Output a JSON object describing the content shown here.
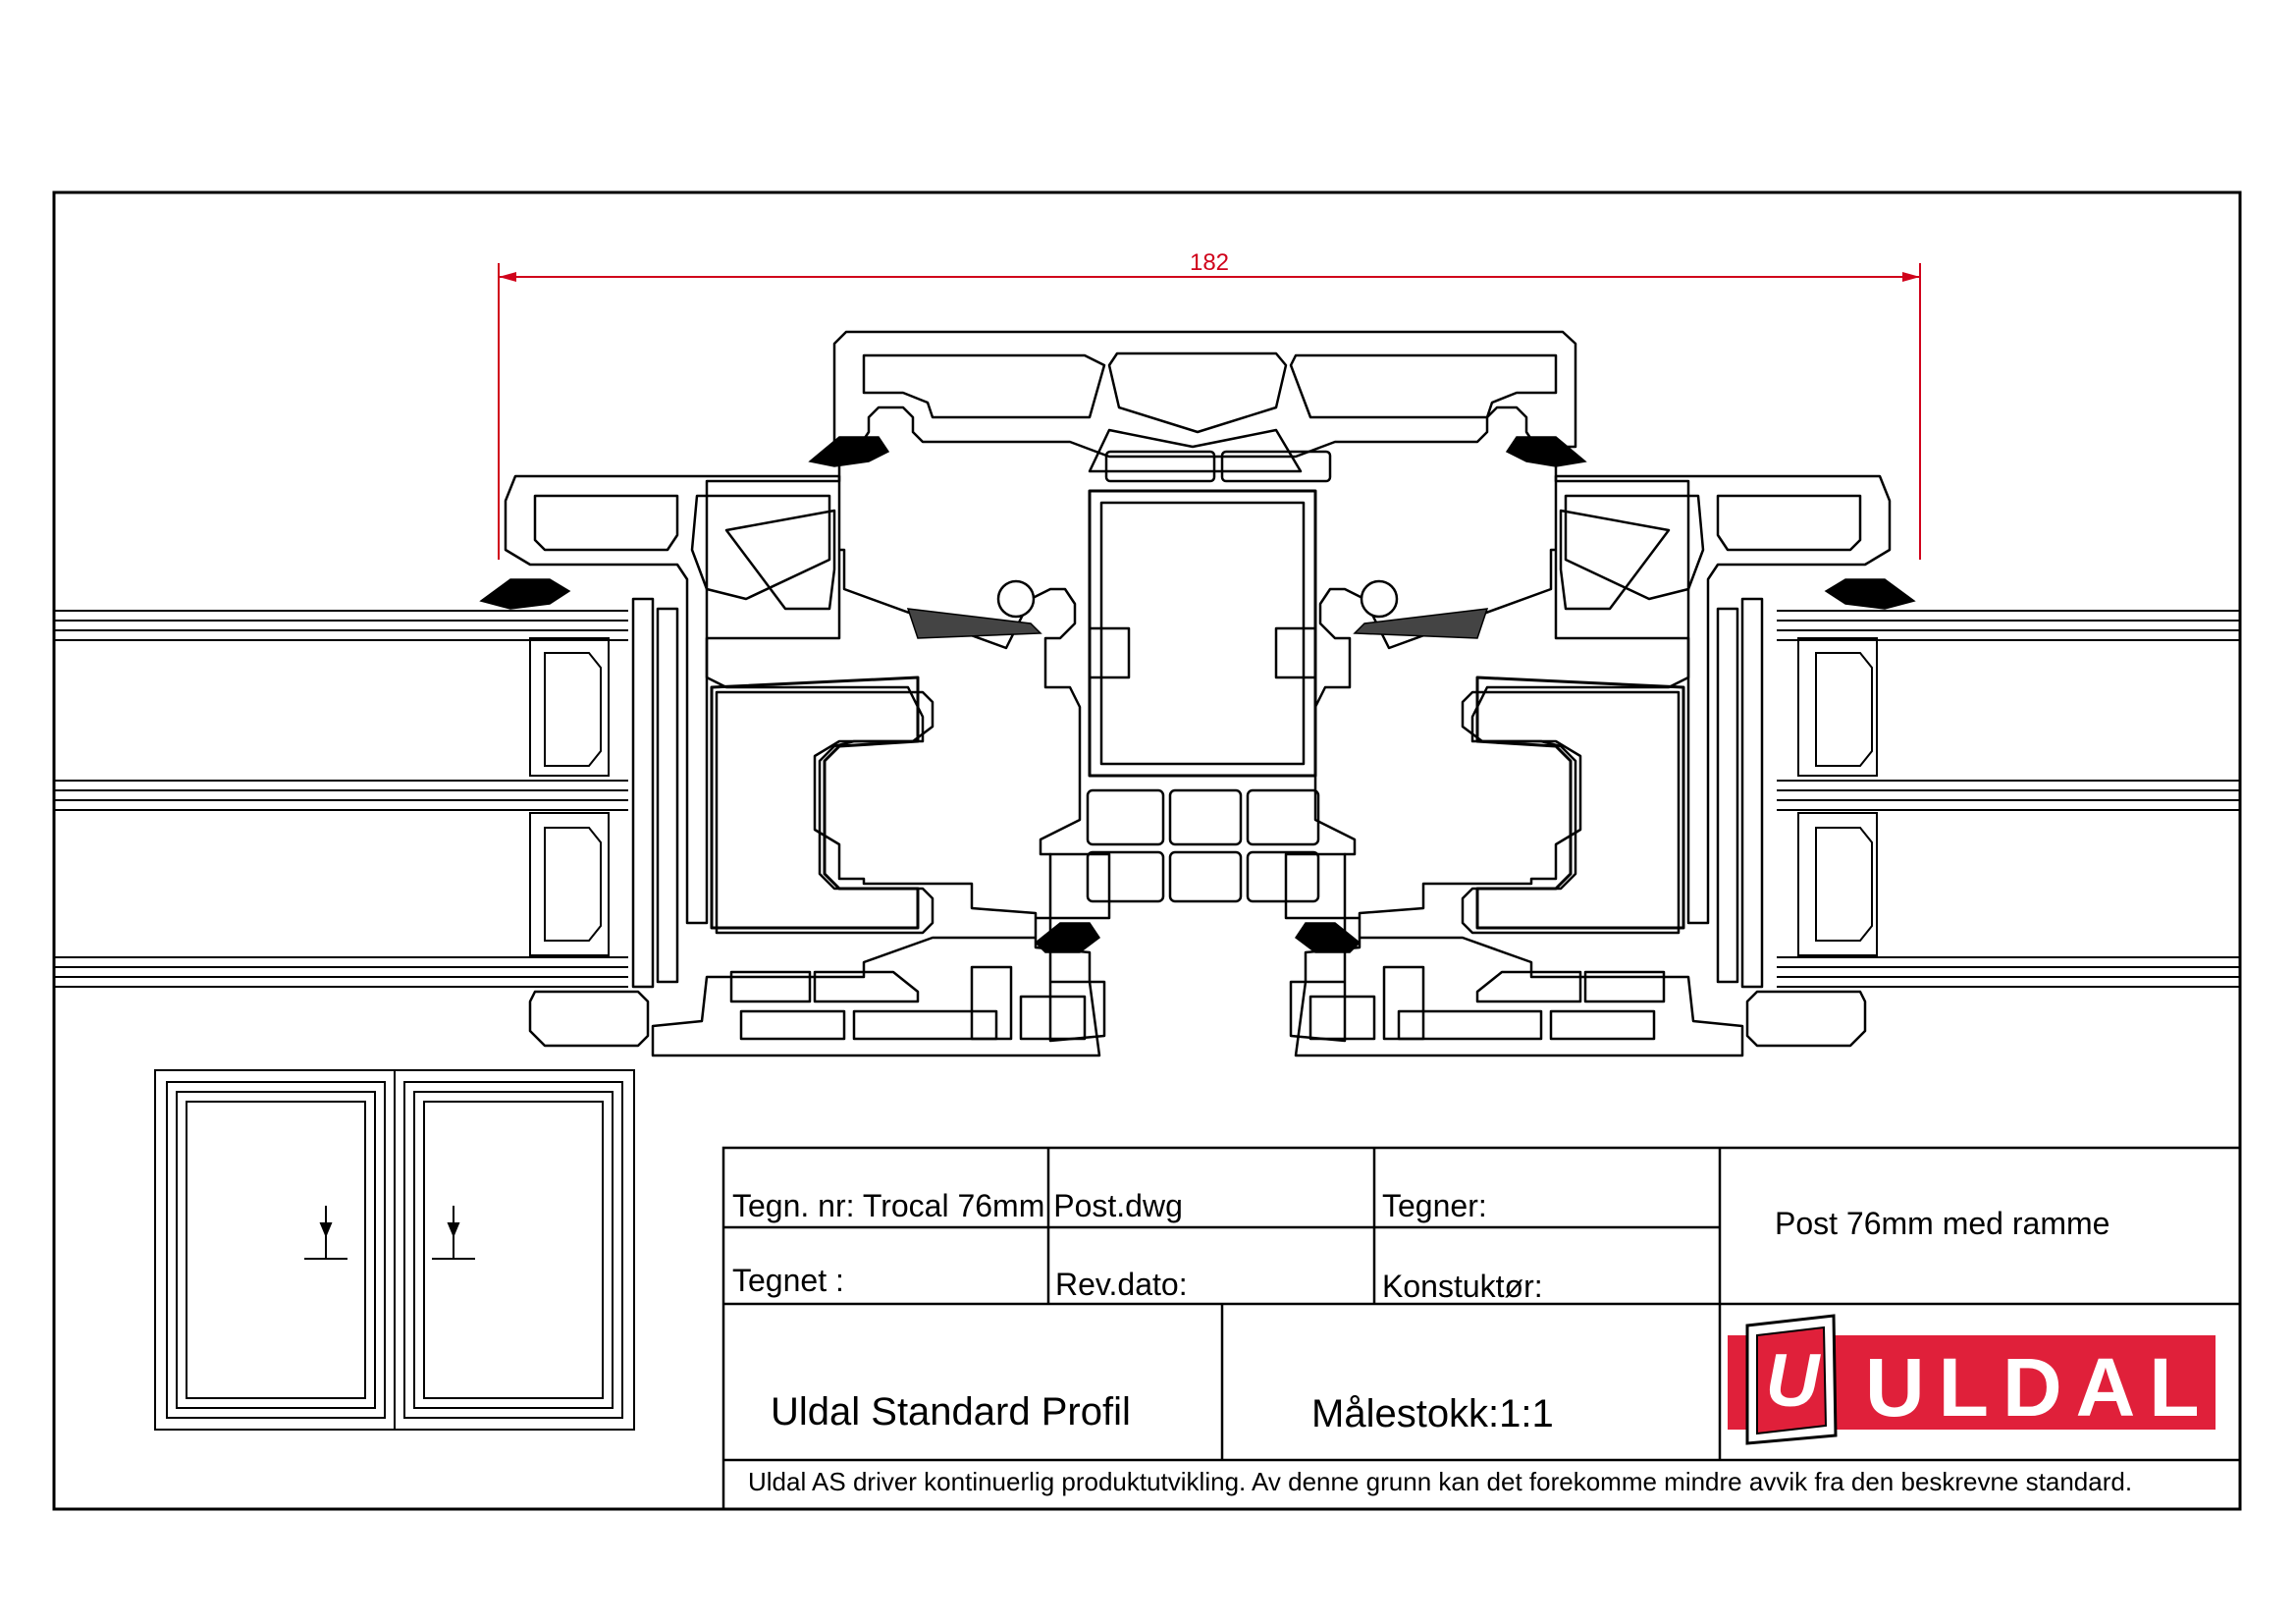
{
  "dimension": {
    "value": "182"
  },
  "title_block": {
    "drawing_number": "Tegn. nr: Trocal 76mm Post.dwg",
    "drafter": "Tegner:",
    "drawn_by": "Tegnet :",
    "revision_date": "Rev.dato:",
    "designer": "Konstuktør:",
    "description": "Post 76mm med ramme",
    "profile_name": "Uldal Standard Profil",
    "scale": "Målestokk:1:1",
    "disclaimer": "Uldal AS driver kontinuerlig produktutvikling. Av denne grunn kan det forekomme mindre avvik fra den beskrevne standard."
  },
  "logo": {
    "letter": "U",
    "word": "ULDAL",
    "color": "#e0203a"
  },
  "colors": {
    "line": "#000000",
    "dimension": "#d0021b"
  }
}
